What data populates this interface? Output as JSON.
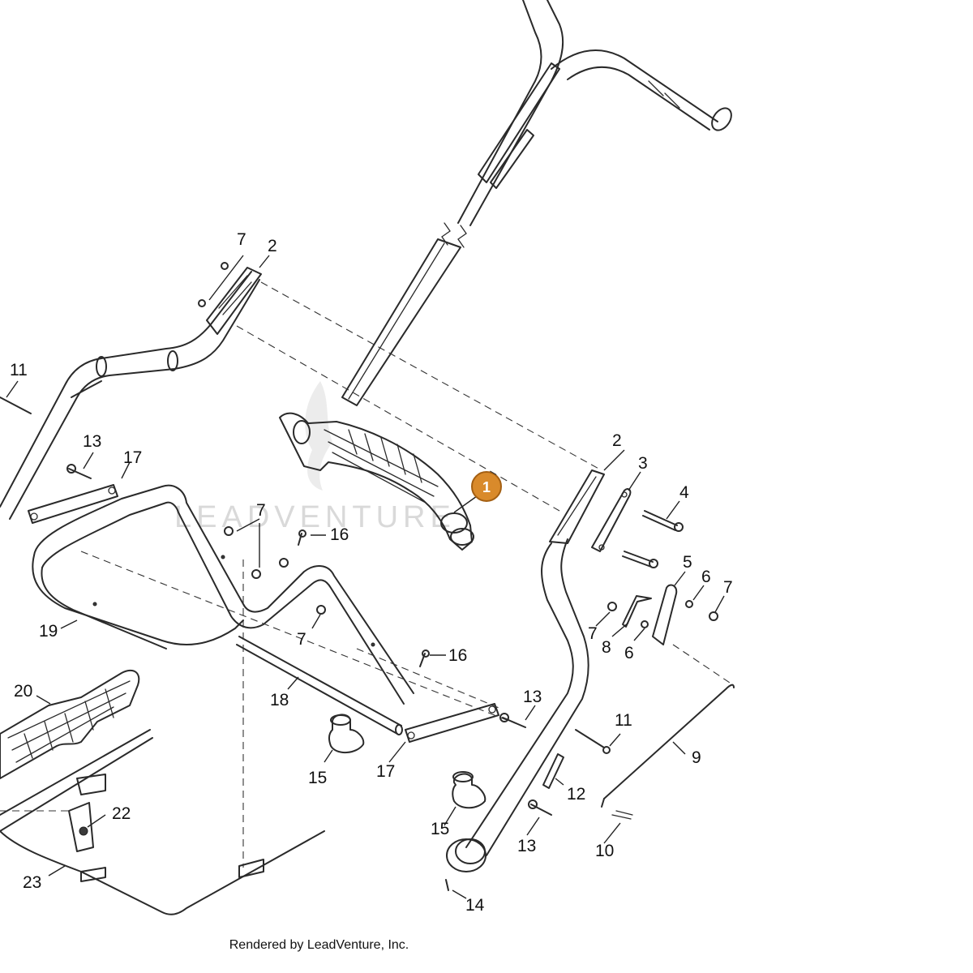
{
  "watermark": "LEADVENTURE",
  "footer": "Rendered by LeadVenture, Inc.",
  "highlight_color": "#d98a2b",
  "selected_part": "1",
  "callouts": {
    "c1": "1",
    "c2a": "2",
    "c2b": "2",
    "c3": "3",
    "c4": "4",
    "c5": "5",
    "c6a": "6",
    "c6b": "6",
    "c7a": "7",
    "c7b": "7",
    "c7c": "7",
    "c7d": "7",
    "c7e": "7",
    "c8": "8",
    "c9": "9",
    "c10": "10",
    "c11a": "11",
    "c11b": "11",
    "c12": "12",
    "c13a": "13",
    "c13b": "13",
    "c13c": "13",
    "c14": "14",
    "c15a": "15",
    "c15b": "15",
    "c16a": "16",
    "c16b": "16",
    "c17a": "17",
    "c17b": "17",
    "c18": "18",
    "c19": "19",
    "c20": "20",
    "c22": "22",
    "c23": "23"
  }
}
